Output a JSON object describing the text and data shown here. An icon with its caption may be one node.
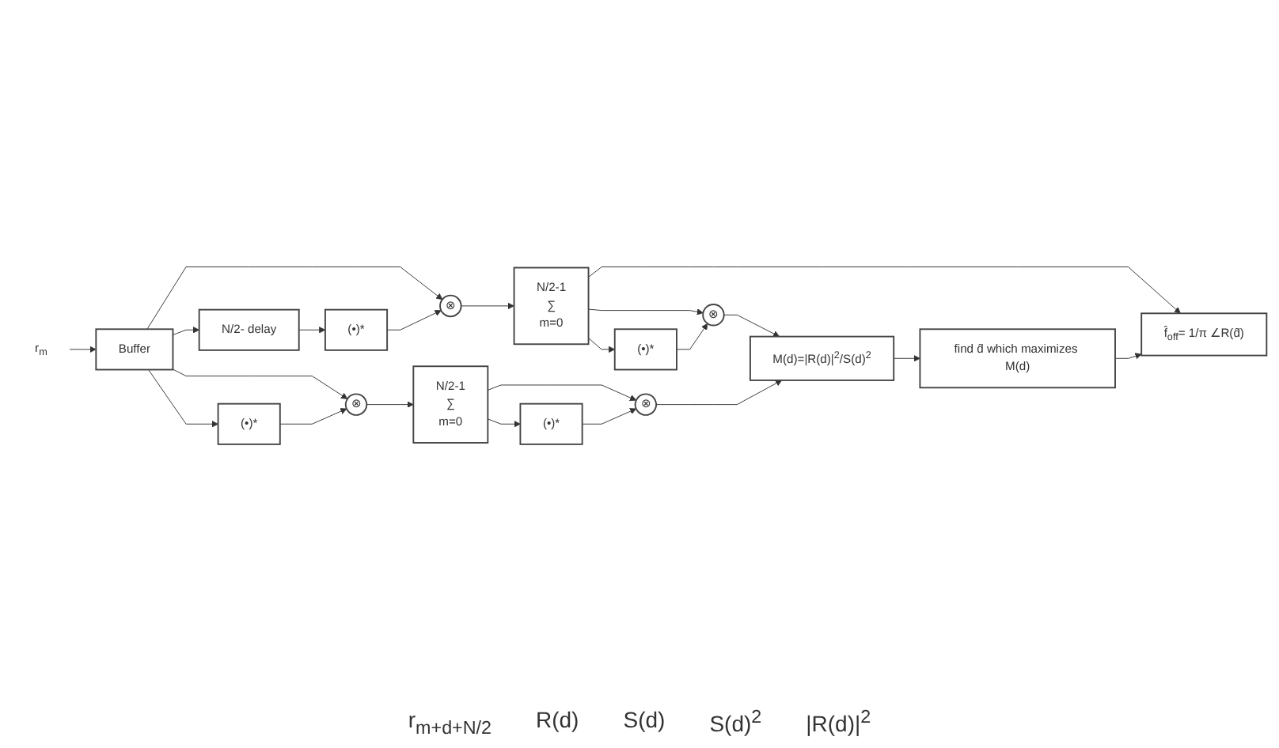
{
  "diagram": {
    "nodes": [
      {
        "text": [
          "r$_{m}$"
        ]
      },
      {
        "text": [
          "Buffer"
        ]
      },
      {
        "text": [
          "N/2- delay"
        ]
      },
      {
        "text": [
          "(•)*"
        ]
      },
      {
        "text": [
          "⊗"
        ]
      },
      {
        "text": [
          "N/2-1",
          "∑",
          "m=0"
        ]
      },
      {
        "text": [
          "(•)*"
        ]
      },
      {
        "text": [
          "⊗"
        ]
      },
      {
        "text": [
          "(•)*"
        ]
      },
      {
        "text": [
          "⊗"
        ]
      },
      {
        "text": [
          "N/2-1",
          "∑",
          "m=0"
        ]
      },
      {
        "text": [
          "(•)*"
        ]
      },
      {
        "text": [
          "⊗"
        ]
      },
      {
        "text": [
          "M(d)=|R(d)|$^{2}$/S(d)$^{2}$"
        ]
      },
      {
        "text": [
          "find d̂ which maximizes M(d)"
        ]
      },
      {
        "text": [
          "f̂$_{off}$= 1/π ∠R(d̂)"
        ]
      }
    ],
    "edges": [
      {
        "from": 0,
        "to": 1,
        "arrow": "to"
      },
      {
        "from": 1,
        "to": 2,
        "arrow": "to"
      },
      {
        "from": 1,
        "to": 4,
        "arrow": "to"
      },
      {
        "from": 1,
        "to": 8,
        "arrow": "to"
      },
      {
        "from": 1,
        "to": 9,
        "arrow": "to"
      },
      {
        "from": 2,
        "to": 3,
        "arrow": "to"
      },
      {
        "from": 3,
        "to": 4,
        "arrow": "to"
      },
      {
        "from": 4,
        "to": 5,
        "arrow": "to"
      },
      {
        "from": 5,
        "to": 15,
        "arrow": "to"
      },
      {
        "from": 5,
        "to": 6,
        "arrow": "to"
      },
      {
        "from": 5,
        "to": 7,
        "arrow": "to"
      },
      {
        "from": 6,
        "to": 7,
        "arrow": "to"
      },
      {
        "from": 7,
        "to": 13,
        "arrow": "to"
      },
      {
        "from": 8,
        "to": 9,
        "arrow": "to"
      },
      {
        "from": 9,
        "to": 10,
        "arrow": "to"
      },
      {
        "from": 10,
        "to": 11,
        "arrow": "to"
      },
      {
        "from": 10,
        "to": 12,
        "arrow": "to"
      },
      {
        "from": 11,
        "to": 12,
        "arrow": "to"
      },
      {
        "from": 12,
        "to": 13,
        "arrow": "to"
      },
      {
        "from": 13,
        "to": 14,
        "arrow": "to"
      },
      {
        "from": 14,
        "to": 15,
        "arrow": "to"
      }
    ],
    "labels": [
      "r$_{m+d+N/2}$",
      "R(d)",
      "S(d)",
      "S(d)$^{2}$",
      "|R(d)|$^{2}$"
    ]
  }
}
